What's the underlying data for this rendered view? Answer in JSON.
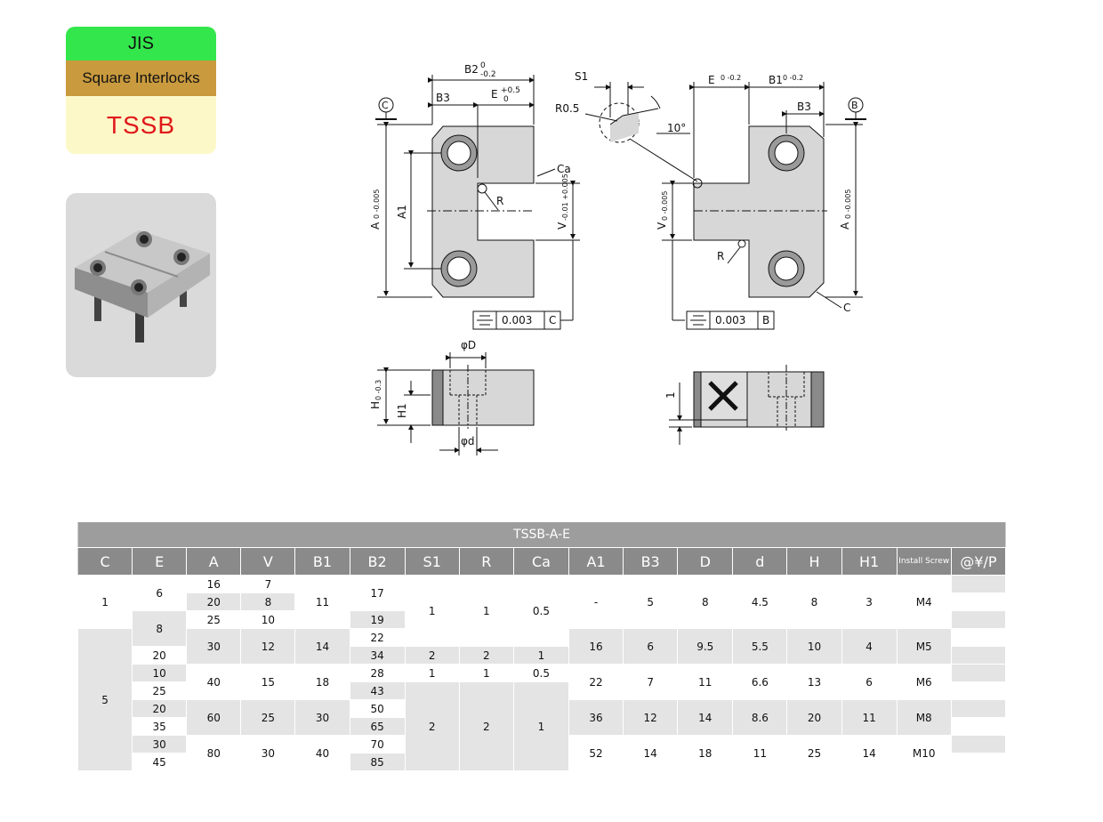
{
  "badge": {
    "standard": "JIS",
    "category": "Square Interlocks",
    "code": "TSSB",
    "colors": {
      "standard_bg": "#33e64c",
      "category_bg": "#c99a3e",
      "code_bg": "#fdf8c8",
      "code_text": "#e0181a"
    }
  },
  "photo": {
    "icon": "square-interlock-photo"
  },
  "drawing": {
    "left": {
      "datum": "C",
      "b2": "B2",
      "b2_tol_top": "0",
      "b2_tol_bot": "-0.2",
      "b3": "B3",
      "e": "E",
      "e_tol_top": "+0.5",
      "e_tol_bot": "0",
      "ca": "Ca",
      "r": "R",
      "a": "A",
      "a_tol": "0 -0.005",
      "a1": "A1",
      "v": "V",
      "v_tol": "-0.01 +0.005",
      "fcf_value": "0.003",
      "fcf_datum": "C"
    },
    "detail": {
      "s1": "S1",
      "r05": "R0.5",
      "angle": "10°"
    },
    "right": {
      "datum": "B",
      "e": "E",
      "e_tol": "0 -0.2",
      "b1": "B1",
      "b1_tol": "0 -0.2",
      "b3": "B3",
      "v": "V",
      "v_tol": "0 -0.005",
      "a": "A",
      "a_tol": "0 -0.005",
      "r": "R",
      "c": "C",
      "fcf_value": "0.003",
      "fcf_datum": "B"
    },
    "side": {
      "D": "φD",
      "d": "φd",
      "h": "H",
      "h_tol": "0 -0.3",
      "h1": "H1",
      "one": "1"
    }
  },
  "table": {
    "title": "TSSB-A-E",
    "headers": [
      "C",
      "E",
      "A",
      "V",
      "B1",
      "B2",
      "S1",
      "R",
      "Ca",
      "A1",
      "B3",
      "D",
      "d",
      "H",
      "H1",
      "Install Screw",
      "@¥/P"
    ],
    "cells": {
      "c1": "1",
      "c5": "5",
      "e6": "6",
      "e8": "8",
      "e20": "20",
      "e10": "10",
      "e25": "25",
      "e20b": "20",
      "e35": "35",
      "e30": "30",
      "e45": "45",
      "a16": "16",
      "a20": "20",
      "a25": "25",
      "a30": "30",
      "a40": "40",
      "a60": "60",
      "a80": "80",
      "v7": "7",
      "v8": "8",
      "v10": "10",
      "v12": "12",
      "v15": "15",
      "v25": "25",
      "v30": "30",
      "b1_11": "11",
      "b1_14": "14",
      "b1_18": "18",
      "b1_30": "30",
      "b1_40": "40",
      "b2_17": "17",
      "b2_19": "19",
      "b2_22": "22",
      "b2_34": "34",
      "b2_28": "28",
      "b2_43": "43",
      "b2_50": "50",
      "b2_65": "65",
      "b2_70": "70",
      "b2_85": "85",
      "s1_1": "1",
      "s1_2": "2",
      "s1_1b": "1",
      "s1_2b": "2",
      "r1": "1",
      "r2": "2",
      "r1b": "1",
      "r2b": "2",
      "ca05": "0.5",
      "ca1": "1",
      "ca05b": "0.5",
      "ca1b": "1",
      "a1_dash": "-",
      "a1_16": "16",
      "a1_22": "22",
      "a1_36": "36",
      "a1_52": "52",
      "b3_5": "5",
      "b3_6": "6",
      "b3_7": "7",
      "b3_12": "12",
      "b3_14": "14",
      "d_8": "8",
      "d_95": "9.5",
      "d_11": "11",
      "d_14": "14",
      "d_18": "18",
      "sd_45": "4.5",
      "sd_55": "5.5",
      "sd_66": "6.6",
      "sd_86": "8.6",
      "sd_11": "11",
      "h_8": "8",
      "h_10": "10",
      "h_13": "13",
      "h_20": "20",
      "h_25": "25",
      "h1_3": "3",
      "h1_4": "4",
      "h1_6": "6",
      "h1_11": "11",
      "h1_14": "14",
      "m4": "M4",
      "m5": "M5",
      "m6": "M6",
      "m8": "M8",
      "m10": "M10"
    }
  }
}
